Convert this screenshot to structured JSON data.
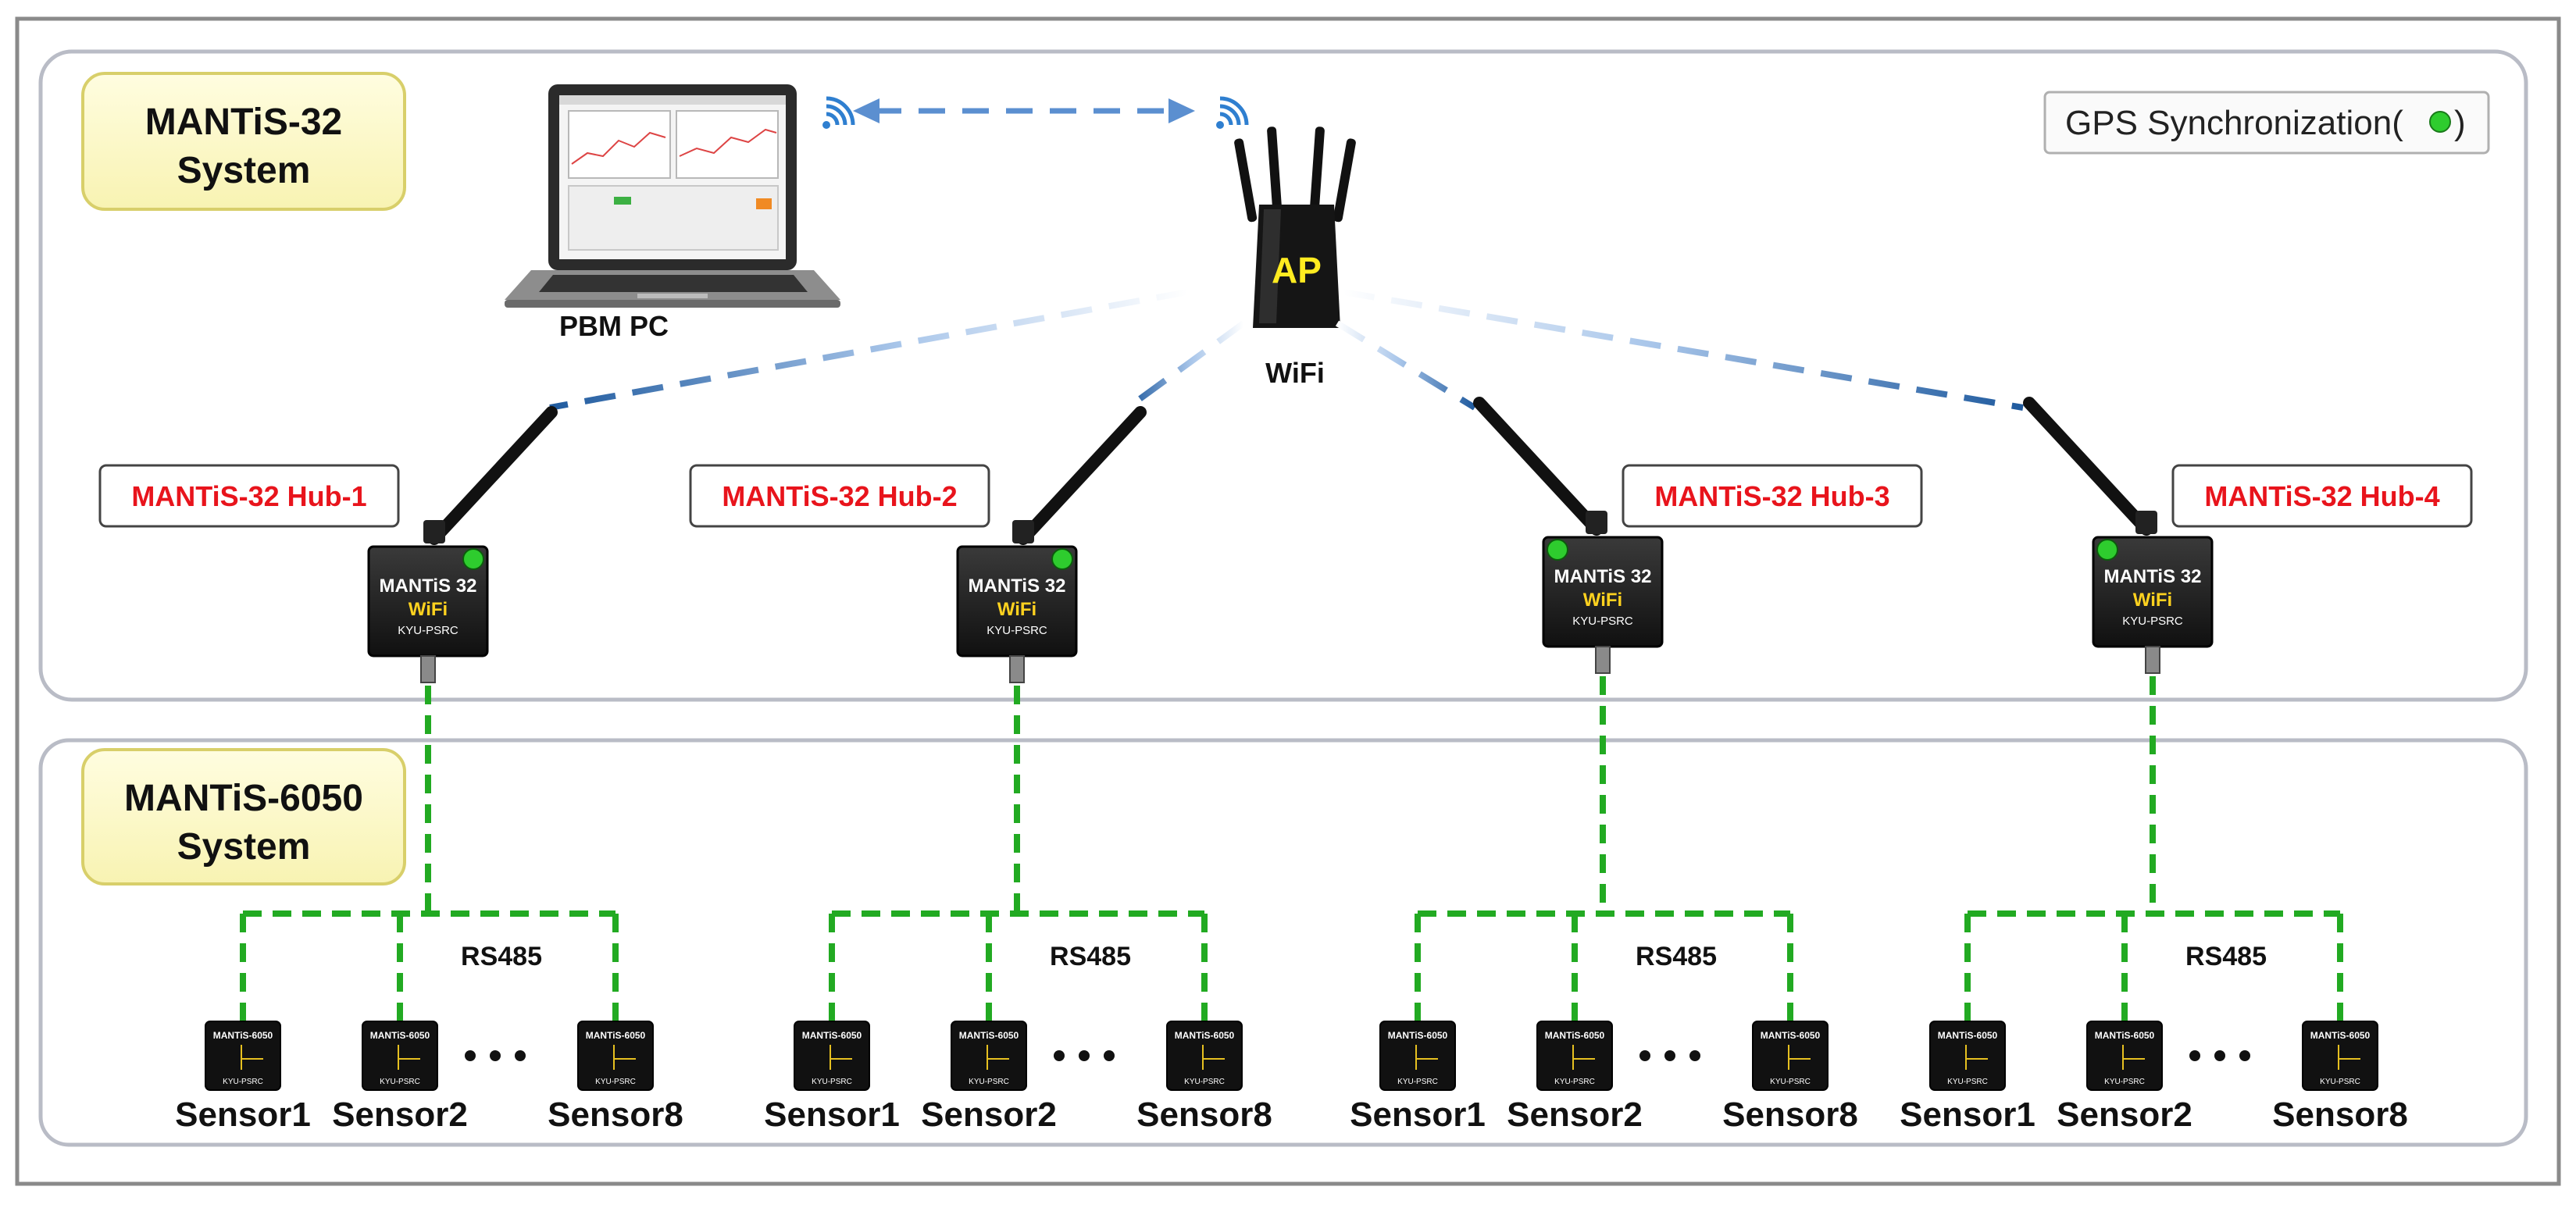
{
  "systems": {
    "top": {
      "line1": "MANTiS-32",
      "line2": "System"
    },
    "bottom": {
      "line1": "MANTiS-6050",
      "line2": "System"
    }
  },
  "gps": {
    "label": "GPS Synchronization(",
    "close": ")"
  },
  "pc": {
    "label": "PBM PC"
  },
  "ap": {
    "badge": "AP",
    "label": "WiFi"
  },
  "hub_device": {
    "brand": "MANTiS 32",
    "mode": "WiFi",
    "maker": "KYU-PSRC"
  },
  "sensor_device": {
    "brand": "MANTiS-6050",
    "maker": "KYU-PSRC"
  },
  "bus_label": "RS485",
  "groups": [
    {
      "hub": "MANTiS-32 Hub-1",
      "sensors": [
        "Sensor1",
        "Sensor2",
        "Sensor8"
      ]
    },
    {
      "hub": "MANTiS-32 Hub-2",
      "sensors": [
        "Sensor1",
        "Sensor2",
        "Sensor8"
      ]
    },
    {
      "hub": "MANTiS-32 Hub-3",
      "sensors": [
        "Sensor1",
        "Sensor2",
        "Sensor8"
      ]
    },
    {
      "hub": "MANTiS-32 Hub-4",
      "sensors": [
        "Sensor1",
        "Sensor2",
        "Sensor8"
      ]
    }
  ],
  "colors": {
    "hub_label": "#e8141c",
    "bus_line": "#22aa22",
    "wifi_link": "#2f6db5",
    "status_led": "#2ecc2e",
    "system_box_fill": "#fdfbcf",
    "system_box_border": "#d8cf6a"
  }
}
